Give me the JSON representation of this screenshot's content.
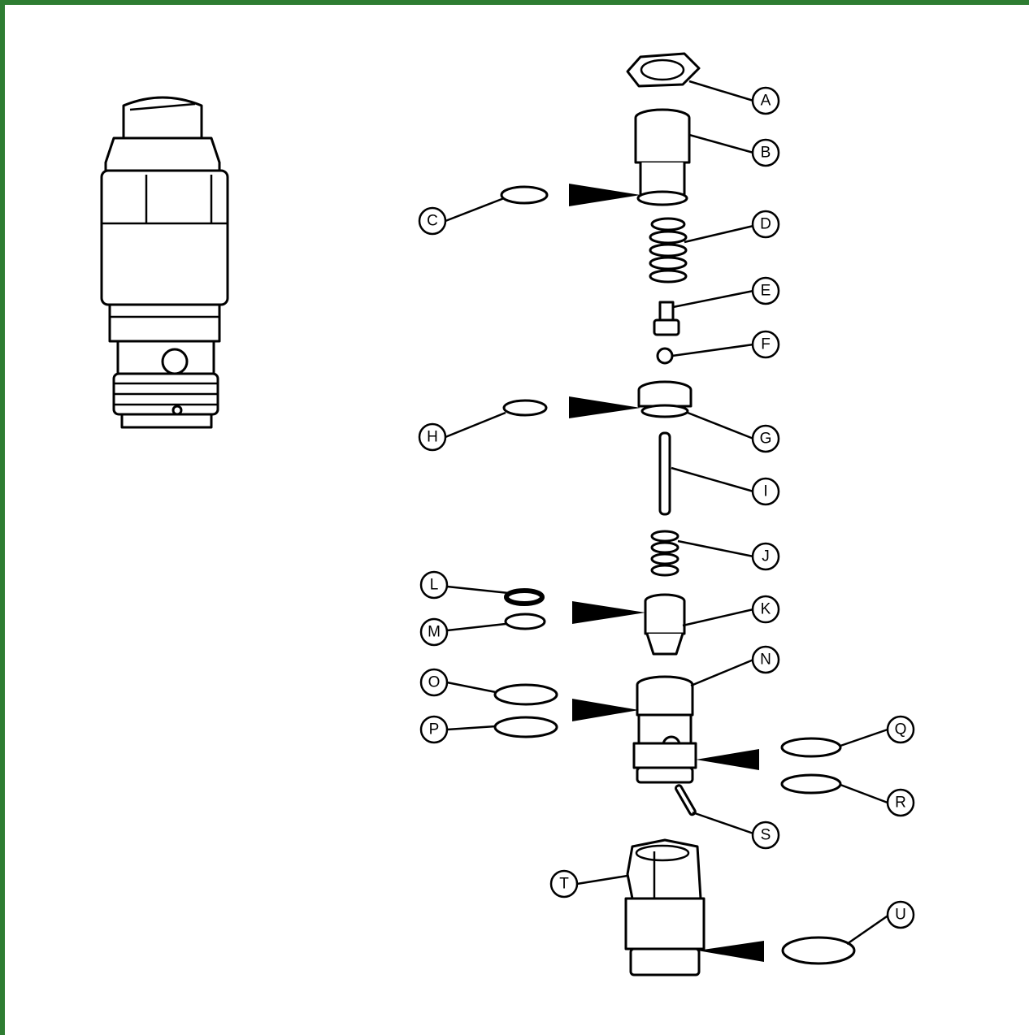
{
  "callouts": [
    {
      "letter": "A"
    },
    {
      "letter": "B"
    },
    {
      "letter": "C"
    },
    {
      "letter": "D"
    },
    {
      "letter": "E"
    },
    {
      "letter": "F"
    },
    {
      "letter": "G"
    },
    {
      "letter": "H"
    },
    {
      "letter": "I"
    },
    {
      "letter": "J"
    },
    {
      "letter": "K"
    },
    {
      "letter": "L"
    },
    {
      "letter": "M"
    },
    {
      "letter": "N"
    },
    {
      "letter": "O"
    },
    {
      "letter": "P"
    },
    {
      "letter": "Q"
    },
    {
      "letter": "R"
    },
    {
      "letter": "S"
    },
    {
      "letter": "T"
    },
    {
      "letter": "U"
    }
  ],
  "colors": {
    "border": "#2e7d32",
    "line": "#000000",
    "background": "#ffffff"
  }
}
